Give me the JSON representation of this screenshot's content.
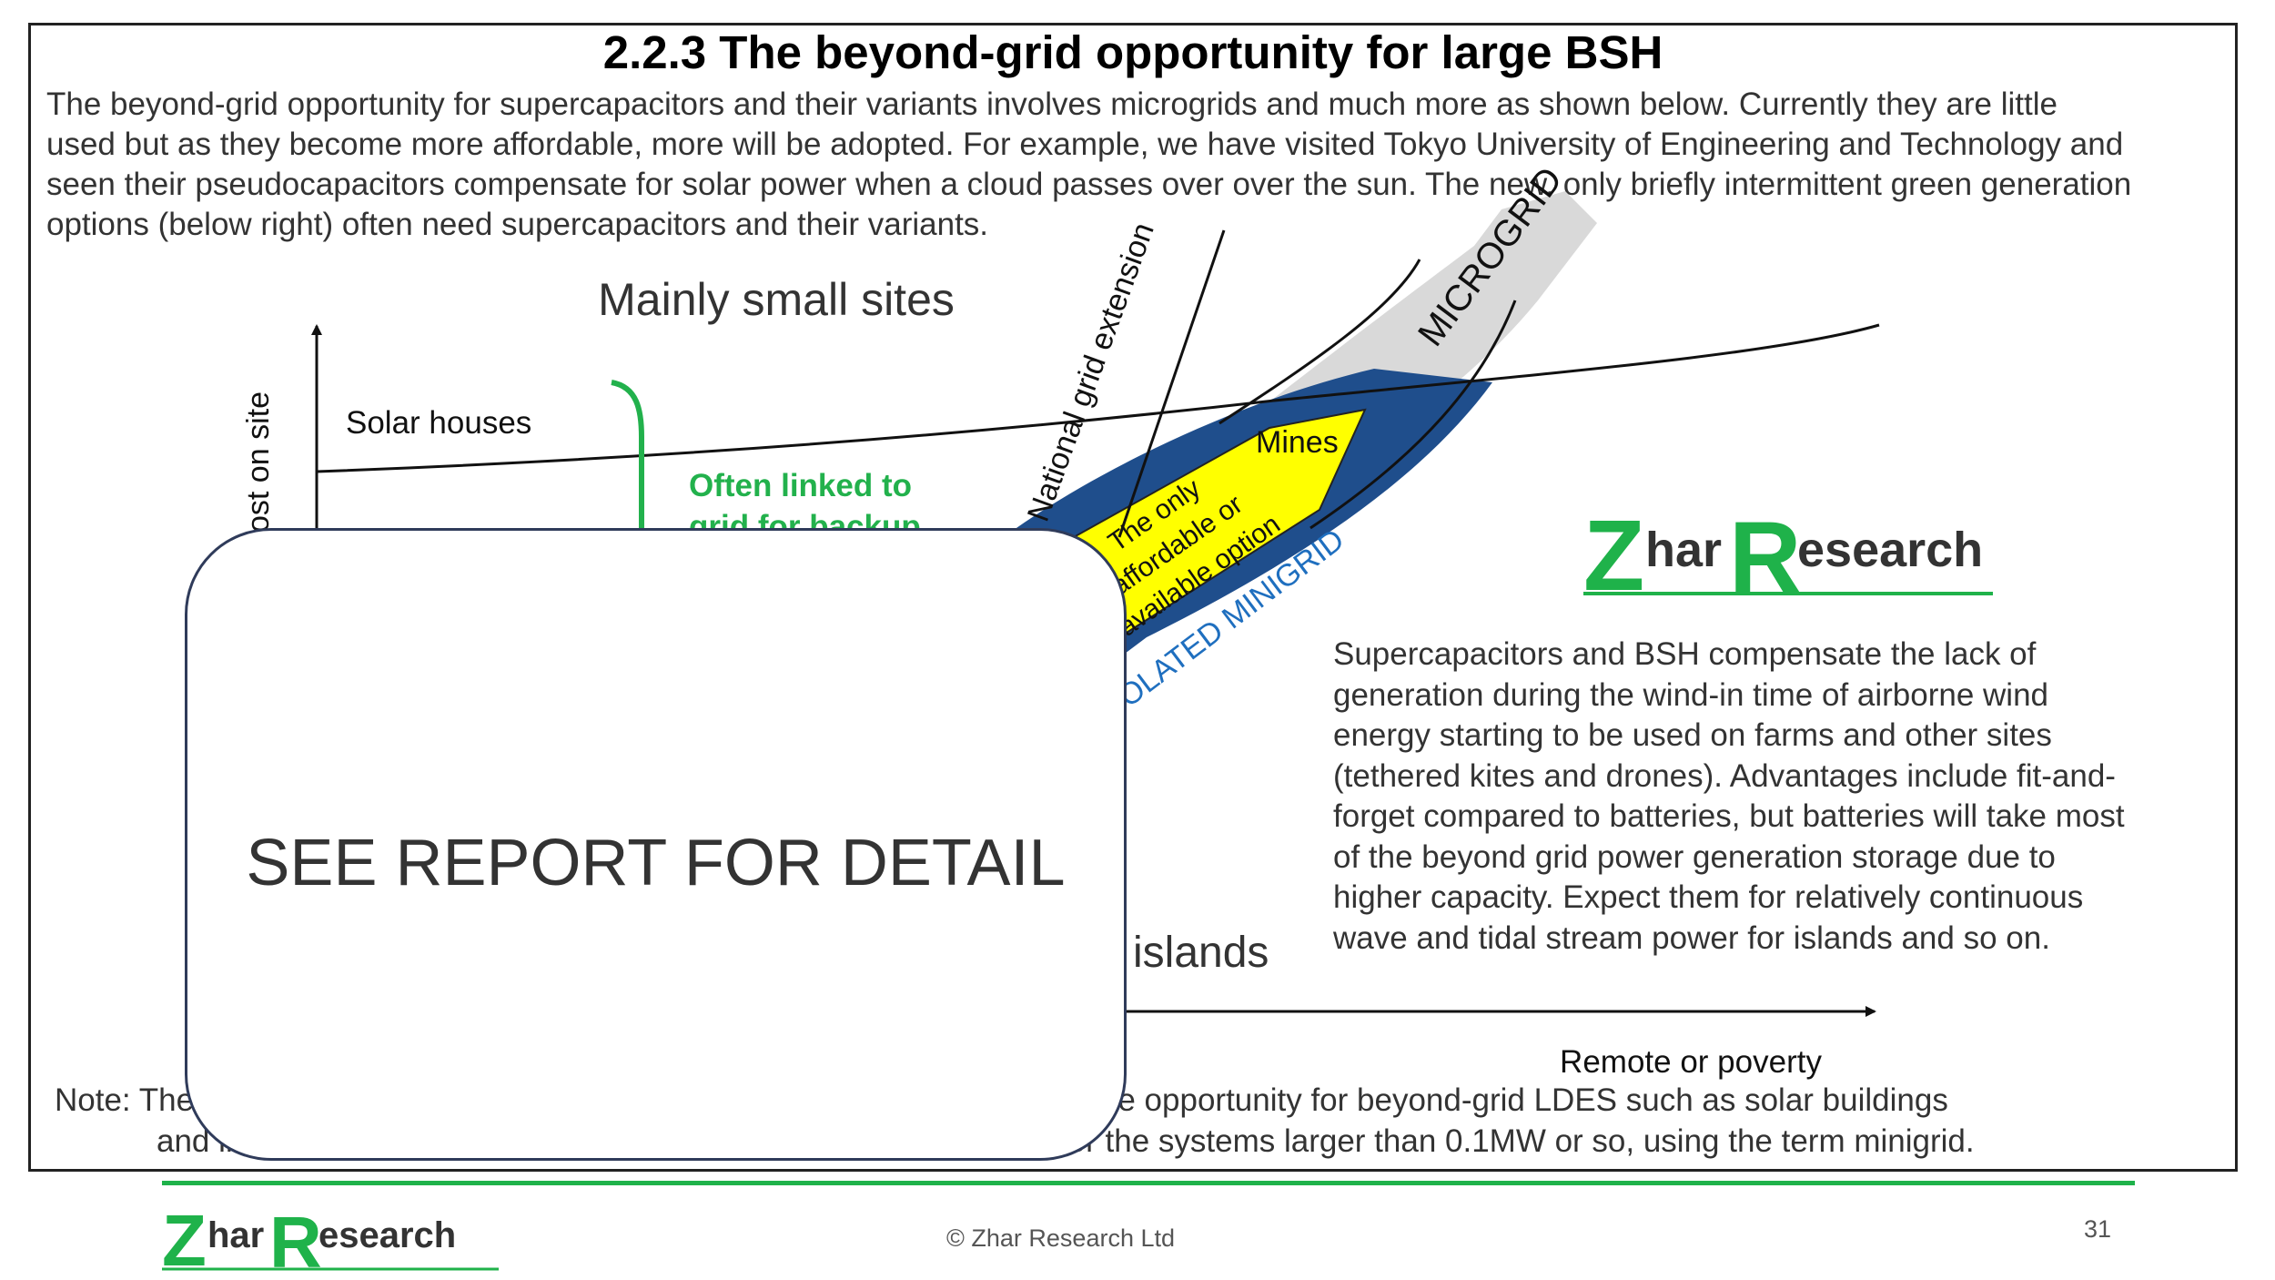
{
  "slide": {
    "title": "2.2.3 The beyond-grid opportunity for large BSH",
    "intro_lines": [
      "The beyond-grid opportunity for supercapacitors and their variants involves microgrids and much more as shown below. Currently they are little",
      "used but as they become more affordable, more will be adopted. For example, we have visited Tokyo University of Engineering and Technology and",
      "seen their pseudocapacitors compensate for solar power when a cloud passes over over the sun. The new, only briefly intermittent green generation",
      "options (below right) often need supercapacitors and their variants."
    ],
    "diagram": {
      "heading": "Mainly small sites",
      "y_axis_label": "ost on site",
      "solar_houses": "Solar houses",
      "often_linked_1": "Often linked to",
      "often_linked_2": "grid for backup",
      "national_grid": "National grid extension",
      "microgrid": "MICROGRID",
      "mines": "Mines",
      "only_option_1": "The only",
      "only_option_2": "affordable or",
      "only_option_3": "available option",
      "isolated_minigrid": "OLATED MINIGRID",
      "islands": "islands",
      "x_axis_label": "Remote or poverty"
    },
    "logo": {
      "brand_first": "Z",
      "brand_mid": "har",
      "brand_r": "R",
      "brand_end": "esearch"
    },
    "description_lines": [
      "Supercapacitors and BSH compensate the lack of",
      "generation during the wind-in time of airborne wind",
      "energy starting to be used on farms and other sites",
      "(tethered kites and drones). Advantages include fit-and-",
      "forget compared to batteries, but batteries will take most",
      "of the beyond grid power generation storage due to",
      "higher capacity. Expect them for relatively continuous",
      "wave and tidal stream power for islands and so on."
    ],
    "note_lines": [
      "Note: The                                                                              portant part of the opportunity for beyond-grid LDES such as solar buildings",
      "and in                                                                                  rogrid for the systems larger than 0.1MW or so, using the term minigrid."
    ],
    "overlay_text": "SEE REPORT FOR DETAIL"
  },
  "footer": {
    "copyright": "© Zhar Research Ltd",
    "page_number": "31"
  },
  "colors": {
    "brand_green": "#1fb24a",
    "minigrid_blue": "#1f4e8c",
    "mines_yellow": "#ffff00",
    "microgrid_gray": "#d9d9d9",
    "link_green": "#22b14c"
  }
}
